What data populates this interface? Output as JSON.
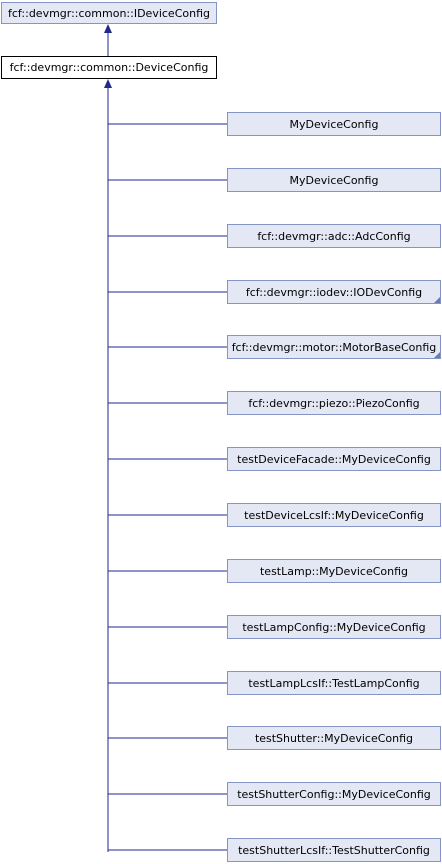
{
  "diagram": {
    "base_class": "fcf::devmgr::common::IDeviceConfig",
    "current_class": "fcf::devmgr::common::DeviceConfig",
    "derived_classes": [
      {
        "label": "MyDeviceConfig",
        "has_more": false
      },
      {
        "label": "MyDeviceConfig",
        "has_more": false
      },
      {
        "label": "fcf::devmgr::adc::AdcConfig",
        "has_more": false
      },
      {
        "label": "fcf::devmgr::iodev::IODevConfig",
        "has_more": true
      },
      {
        "label": "fcf::devmgr::motor::MotorBaseConfig",
        "has_more": true
      },
      {
        "label": "fcf::devmgr::piezo::PiezoConfig",
        "has_more": false
      },
      {
        "label": "testDeviceFacade::MyDeviceConfig",
        "has_more": false
      },
      {
        "label": "testDeviceLcsIf::MyDeviceConfig",
        "has_more": false
      },
      {
        "label": "testLamp::MyDeviceConfig",
        "has_more": false
      },
      {
        "label": "testLampConfig::MyDeviceConfig",
        "has_more": false
      },
      {
        "label": "testLampLcsIf::TestLampConfig",
        "has_more": false
      },
      {
        "label": "testShutter::MyDeviceConfig",
        "has_more": false
      },
      {
        "label": "testShutterConfig::MyDeviceConfig",
        "has_more": false
      },
      {
        "label": "testShutterLcsIf::TestShutterConfig",
        "has_more": false
      }
    ],
    "colors": {
      "edge": "#1f2a8c",
      "node_fill": "#e3e8f4",
      "node_border": "#8494c4"
    }
  }
}
